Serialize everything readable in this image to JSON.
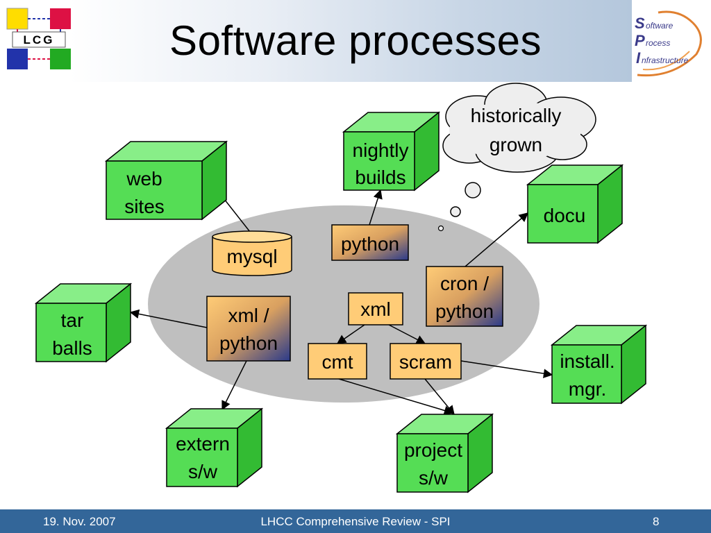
{
  "slide": {
    "title": "Software processes",
    "logos": {
      "lcg": "LCG",
      "spi": [
        "S",
        "oftware",
        "P",
        "rocess",
        "I",
        "nfrastructure"
      ]
    }
  },
  "diagram": {
    "cloud": "historically grown",
    "boxes": {
      "web_sites": "web sites",
      "nightly_builds": "nightly builds",
      "docu": "docu",
      "tar_balls": "tar balls",
      "install_mgr": "install. mgr.",
      "extern_sw": "extern s/w",
      "project_sw": "project s/w"
    },
    "tools": {
      "mysql": "mysql",
      "python": "python",
      "cron_python": "cron / python",
      "xml_python": "xml / python",
      "xml": "xml",
      "cmt": "cmt",
      "scram": "scram"
    },
    "colors": {
      "box_green": "#55dd55",
      "tool_orange": "#ffcc77",
      "gradient_dark": "#2a3a8a",
      "ellipse": "#bfbfbf",
      "footer": "#336699"
    }
  },
  "footer": {
    "date": "19. Nov. 2007",
    "center": "LHCC Comprehensive Review - SPI",
    "page": "8"
  }
}
